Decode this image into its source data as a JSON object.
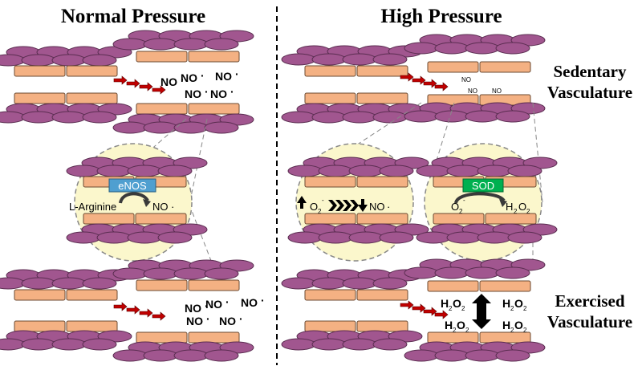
{
  "titles": {
    "left": "Normal Pressure",
    "right": "High Pressure"
  },
  "side_labels": {
    "sedentary_1": "Sedentary",
    "sedentary_2": "Vasculature",
    "exercised_1": "Exercised",
    "exercised_2": "Vasculature"
  },
  "labels": {
    "no": "NO",
    "radical_dot": "·",
    "l_arginine": "L-Arginine",
    "o2": "O",
    "sub2": "2",
    "sup_minus": "-",
    "h": "H",
    "o": "O"
  },
  "enzymes": {
    "enos": "eNOS",
    "sod": "SOD"
  },
  "colors": {
    "smooth_muscle": "#a1568f",
    "endothelium": "#f4b183",
    "zoom_circle": "#fbf7cc",
    "enos_box": "#4f9fd0",
    "sod_box": "#00b050",
    "flow_arrow": "#c00000"
  },
  "icons": {
    "flow": "red-flow-arrow-icon",
    "up": "up-arrow-icon",
    "down": "down-arrow-icon",
    "double": "double-arrow-icon",
    "chevrons": "chevron-right-icon"
  }
}
